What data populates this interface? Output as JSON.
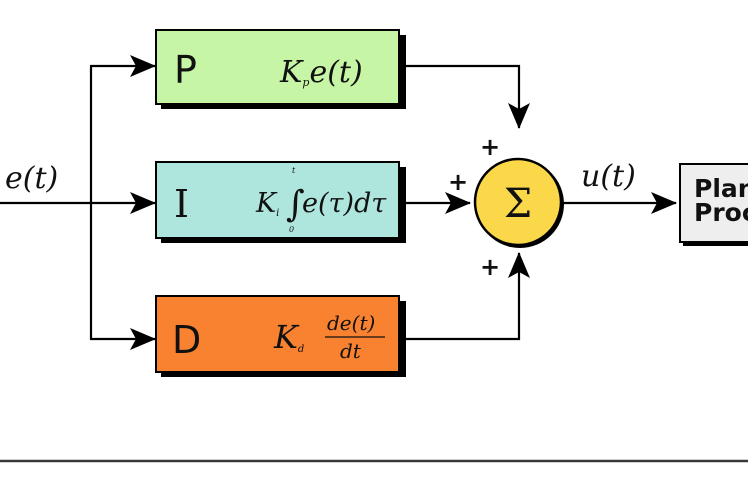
{
  "diagram": {
    "title": "PID controller block diagram",
    "input_signal": "e(t)",
    "output_signal": "u(t)",
    "blocks": [
      {
        "id": "P",
        "letter": "P",
        "gain": "K",
        "gain_sub": "p",
        "expr": "e(t)",
        "color": "#c6f5a6"
      },
      {
        "id": "I",
        "letter": "I",
        "gain": "K",
        "gain_sub": "i",
        "integral_upper": "t",
        "integral_lower": "0",
        "integral_symbol": "∫",
        "expr": "e(τ)dτ",
        "color": "#aee6dd"
      },
      {
        "id": "D",
        "letter": "D",
        "gain": "K",
        "gain_sub": "d",
        "frac_num": "de(t)",
        "frac_den": "dt",
        "color": "#f88230"
      }
    ],
    "summer": {
      "symbol": "Σ",
      "color": "#fbd74a",
      "signs": [
        "+",
        "+",
        "+"
      ]
    },
    "plant": {
      "line1": "Plant /",
      "line2": "Process",
      "visible_line1": "Pla",
      "visible_line2": "Pro",
      "color": "#eeeeee"
    }
  }
}
